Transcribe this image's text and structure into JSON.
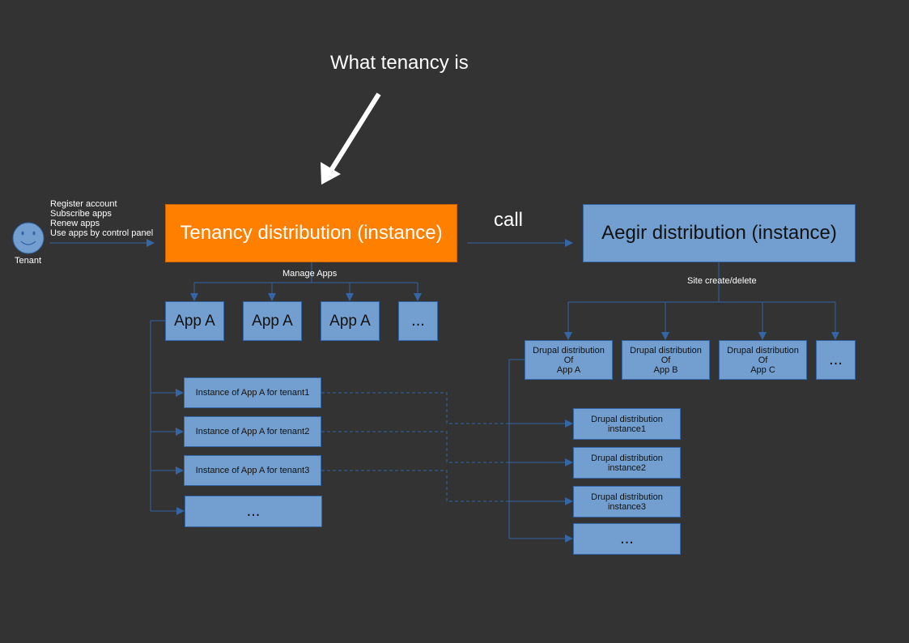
{
  "header": {
    "title": "What tenancy is"
  },
  "tenant": {
    "label": "Tenant",
    "actions": [
      "Register account",
      "Subscribe apps",
      "Renew apps",
      "Use apps by control panel"
    ]
  },
  "tenancy": {
    "title": "Tenancy distribution (instance)",
    "manage_label": "Manage Apps",
    "apps": [
      "App A",
      "App A",
      "App A",
      "..."
    ],
    "instances": [
      "Instance of App A for tenant1",
      "Instance of App A for tenant2",
      "Instance of App A for tenant3",
      "..."
    ]
  },
  "call_label": "call",
  "aegir": {
    "title": "Aegir distribution (instance)",
    "site_label": "Site create/delete",
    "distributions": [
      "Drupal distribution\nOf\nApp A",
      "Drupal distribution\nOf\nApp B",
      "Drupal distribution\nOf\nApp C",
      "..."
    ],
    "instances": [
      "Drupal distribution\ninstance1",
      "Drupal distribution\ninstance2",
      "Drupal distribution\ninstance3",
      "..."
    ]
  },
  "colors": {
    "background": "#333333",
    "box_fill": "#729fcf",
    "box_border": "#3465a4",
    "highlight": "#ff8000",
    "line": "#3465a4",
    "text_light": "#ffffff"
  }
}
